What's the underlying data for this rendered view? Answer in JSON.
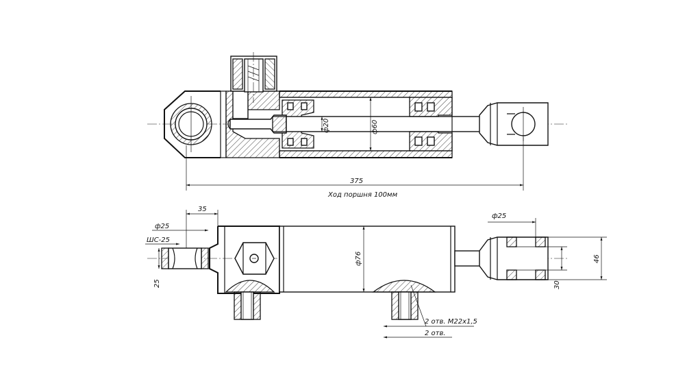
{
  "top_view": {
    "dim_overall": "375",
    "stroke_label": "Ход поршня 100мм",
    "dim_rod": "ф20",
    "dim_bore": "ф60"
  },
  "bottom_view": {
    "dim_35": "35",
    "dim_f25_left": "ф25",
    "bearing_label": "ШС-25",
    "dim_25": "25",
    "dim_f76": "ф76",
    "dim_f25_right": "ф25",
    "dim_46": "46",
    "dim_30": "30",
    "ports_label": "2 отв. М22х1,5",
    "holes_label": "2 отв."
  }
}
